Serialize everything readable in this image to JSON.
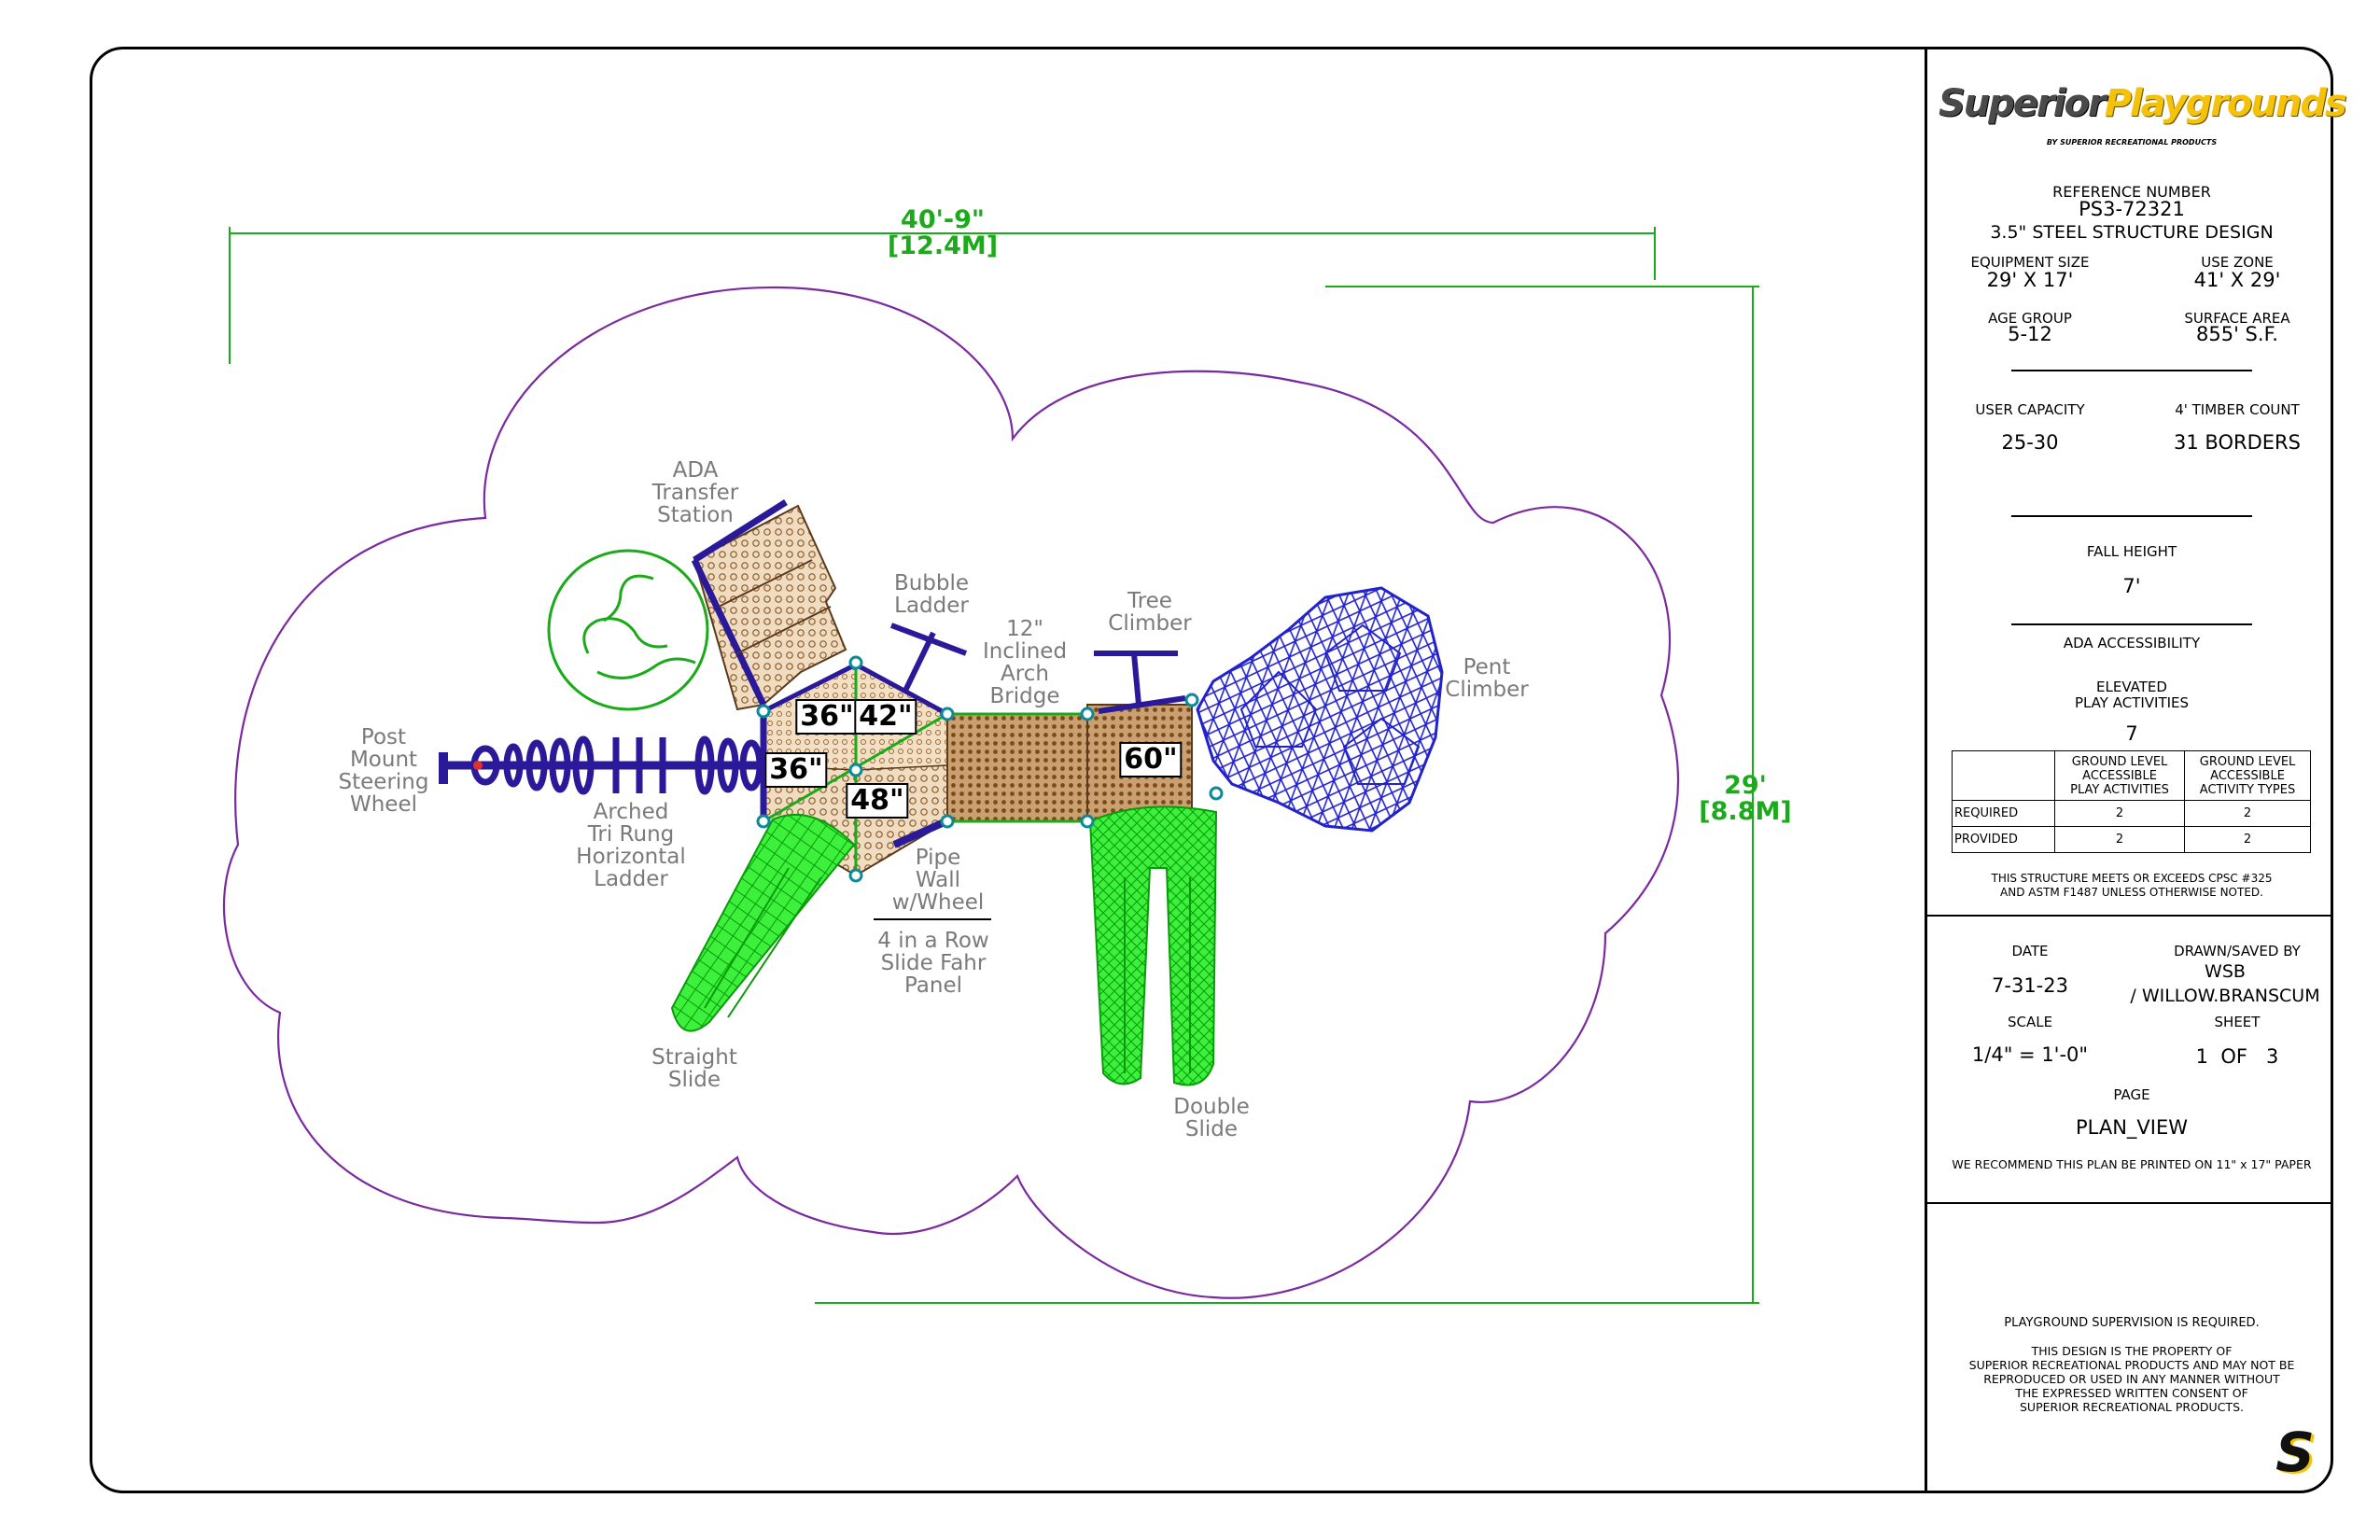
{
  "brand": {
    "logo_word1": "Superior",
    "logo_word2": "Playgrounds",
    "tagline": "BY SUPERIOR RECREATIONAL PRODUCTS"
  },
  "title_block": {
    "ref_label": "REFERENCE NUMBER",
    "ref_value": "PS3-72321",
    "structure": "3.5\"  STEEL STRUCTURE DESIGN",
    "equip_size_label": "EQUIPMENT SIZE",
    "equip_size_value": "29' X 17'",
    "use_zone_label": "USE ZONE",
    "use_zone_value": "41' X 29'",
    "age_group_label": "AGE GROUP",
    "age_group_value": "5-12",
    "surface_area_label": "SURFACE AREA",
    "surface_area_value": "855' S.F.",
    "user_capacity_label": "USER CAPACITY",
    "user_capacity_value": "25-30",
    "timber_label": "4' TIMBER COUNT",
    "timber_value": "31  BORDERS",
    "fall_height_label": "FALL HEIGHT",
    "fall_height_value": "7'",
    "ada_label": "ADA ACCESSIBILITY",
    "elevated_label": "ELEVATED\nPLAY ACTIVITIES",
    "elevated_value": "7",
    "table_headers": [
      "GROUND LEVEL\nACCESSIBLE\nPLAY ACTIVITIES",
      "GROUND LEVEL\nACCESSIBLE\nACTIVITY TYPES"
    ],
    "table_rows": [
      {
        "label": "REQUIRED",
        "a": "2",
        "b": "2"
      },
      {
        "label": "PROVIDED",
        "a": "2",
        "b": "2"
      }
    ],
    "compliance": "THIS STRUCTURE MEETS OR EXCEEDS CPSC #325\nAND ASTM F1487 UNLESS OTHERWISE NOTED.",
    "date_label": "DATE",
    "date_value": "7-31-23",
    "drawn_label": "DRAWN/SAVED BY",
    "drawn_value": "WSB\n/ WILLOW.BRANSCUM",
    "scale_label": "SCALE",
    "scale_value": "1/4\" = 1'-0\"",
    "sheet_label": "SHEET",
    "sheet_value": "1  OF   3",
    "page_label": "PAGE",
    "page_value": "PLAN_VIEW",
    "print_note": "WE RECOMMEND THIS PLAN BE PRINTED ON 11\" x 17\" PAPER",
    "supervision": "PLAYGROUND SUPERVISION IS REQUIRED.",
    "property_note": "THIS DESIGN IS THE PROPERTY OF\nSUPERIOR RECREATIONAL PRODUCTS AND MAY NOT BE\nREPRODUCED OR USED IN ANY MANNER WITHOUT\nTHE EXPRESSED WRITTEN CONSENT OF\nSUPERIOR RECREATIONAL PRODUCTS.",
    "corner_logo": "S"
  },
  "plan": {
    "width_dim": "40'-9\"\n[12.4M]",
    "depth_dim": "29'\n[8.8M]",
    "labels": {
      "ada_transfer": "ADA\nTransfer\nStation",
      "bubble_ladder": "Bubble\nLadder",
      "inclined_bridge": "12\"\nInclined\nArch\nBridge",
      "tree_climber": "Tree\nClimber",
      "pent_climber": "Pent\nClimber",
      "steering_wheel": "Post\nMount\nSteering\nWheel",
      "tri_rung": "Arched\nTri Rung\nHorizontal\nLadder",
      "pipe_wall": "Pipe\nWall\nw/Wheel",
      "slide_panel": "4 in a Row\nSlide Fahr\nPanel",
      "straight_slide": "Straight\nSlide",
      "double_slide": "Double\nSlide"
    },
    "deck_heights": [
      "36\"",
      "42\"",
      "36\"",
      "48\"",
      "60\""
    ]
  }
}
